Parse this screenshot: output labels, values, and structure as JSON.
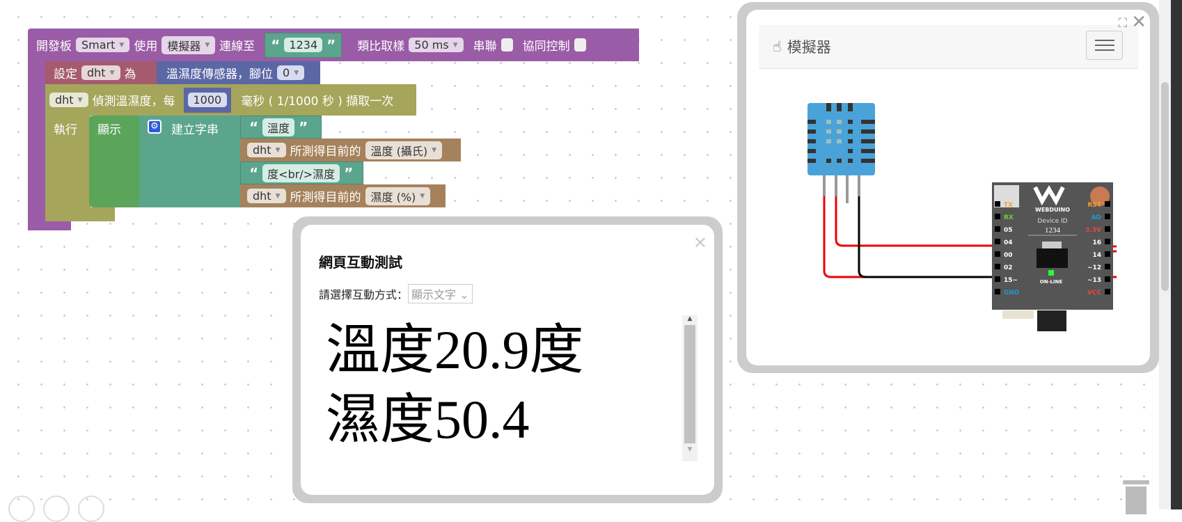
{
  "blocks": {
    "board": {
      "label": "開發板",
      "board_type": "Smart",
      "use": "使用",
      "mode": "模擬器",
      "connect": "連線至",
      "device_id": "1234",
      "sampling": "類比取樣",
      "sampling_value": "50 ms",
      "serial": "串聯",
      "collab": "協同控制"
    },
    "set": {
      "label": "設定",
      "var": "dht",
      "as": "為",
      "sensor": "溫濕度傳感器，腳位",
      "pin": "0"
    },
    "detect": {
      "var": "dht",
      "label": "偵測溫濕度，每",
      "interval": "1000",
      "suffix": "毫秒 ( 1/1000 秒 ) 擷取一次",
      "do": "執行"
    },
    "show": {
      "label": "顯示",
      "create": "建立字串",
      "text1": "溫度",
      "var1": "dht",
      "measured1": "所測得目前的",
      "field1": "溫度 (攝氏)",
      "text2": "度<br/>濕度",
      "var2": "dht",
      "measured2": "所測得目前的",
      "field2": "濕度 (%)"
    }
  },
  "simulator": {
    "title": "模擬器",
    "board_brand": "WEBDUINO",
    "device_id_label": "Device ID",
    "device_id": "1234",
    "online": "ON-LINE",
    "left_pins": [
      "TX",
      "RX",
      "05",
      "04",
      "00",
      "02",
      "15~",
      "GND"
    ],
    "right_pins": [
      "RST",
      "AD",
      "3.3V",
      "16",
      "14",
      "~12",
      "~13",
      "VCC"
    ]
  },
  "popup": {
    "title": "網頁互動測試",
    "select_label": "請選擇互動方式：",
    "select_value": "顯示文字",
    "line1": "溫度20.9度",
    "line2": "濕度50.4"
  }
}
